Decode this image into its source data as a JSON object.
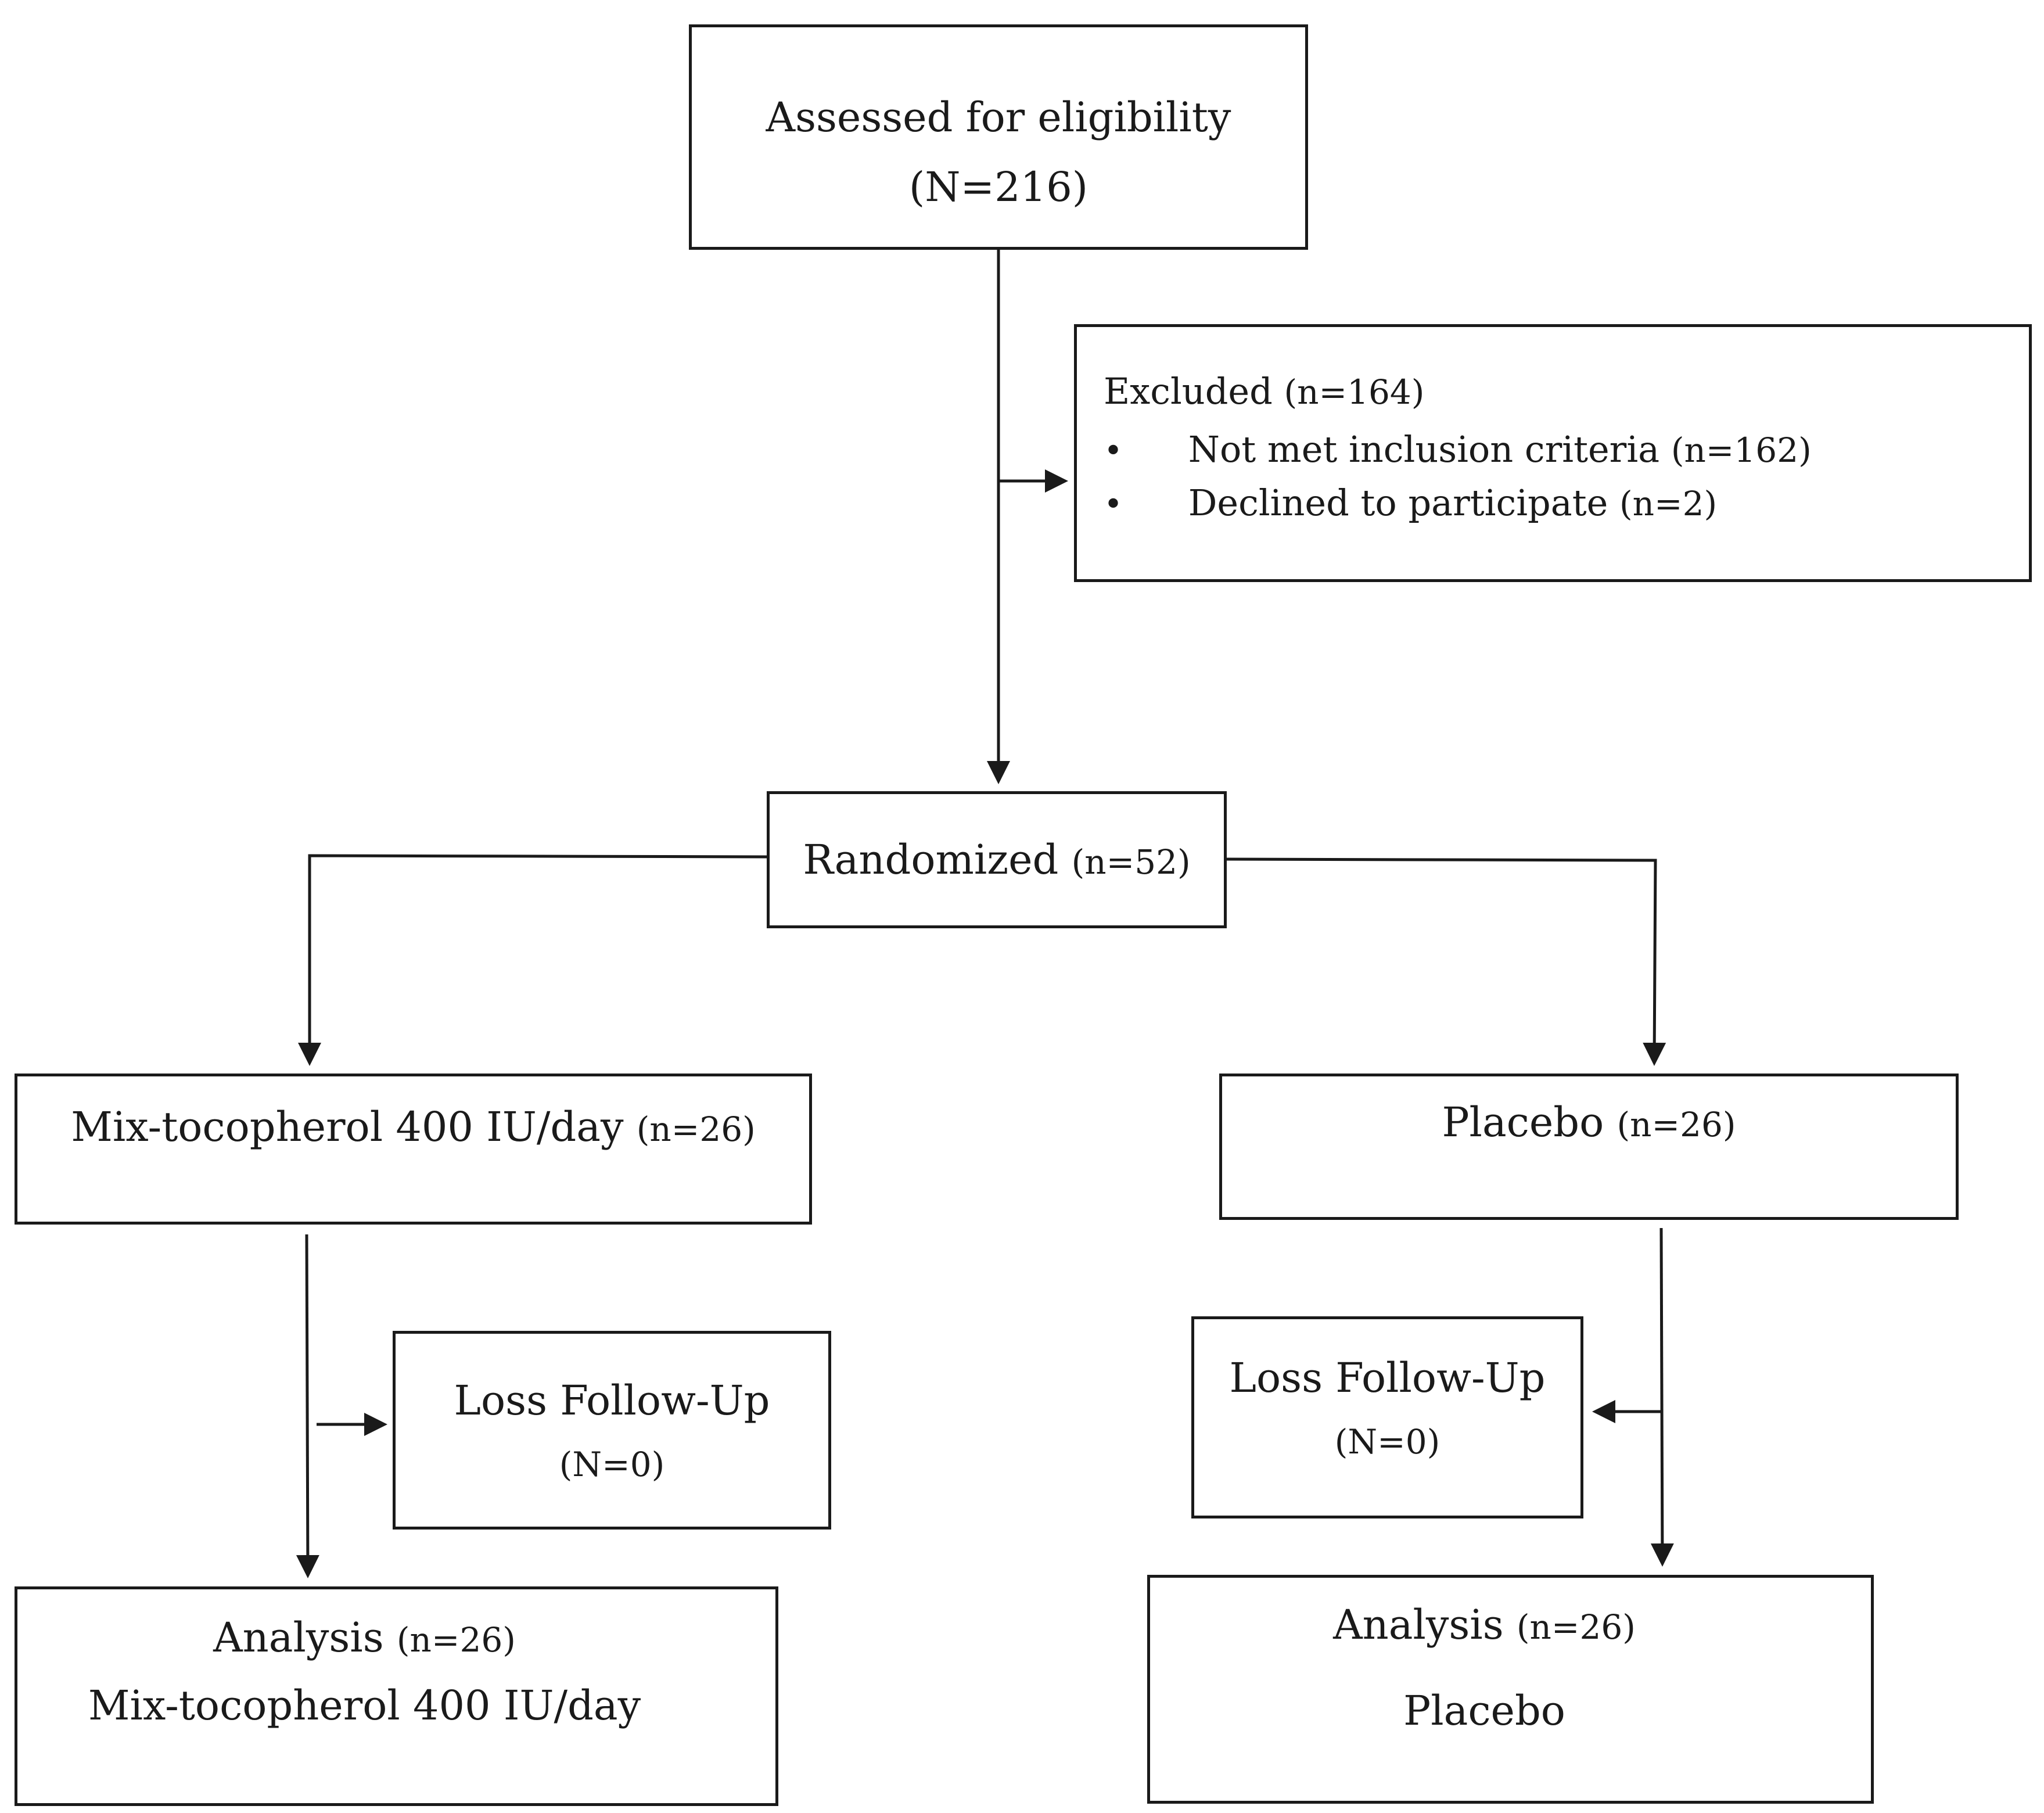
{
  "assessed": {
    "label": "Assessed for eligibility",
    "count": "(N=216)"
  },
  "excluded": {
    "label": "Excluded",
    "count": "(n=164)",
    "items": [
      {
        "label": "Not met inclusion criteria",
        "count": "(n=162)"
      },
      {
        "label": "Declined to participate",
        "count": "(n=2)"
      }
    ]
  },
  "randomized": {
    "label": "Randomized",
    "count": "(n=52)"
  },
  "arms": [
    {
      "allocation": {
        "label": "Mix-tocopherol 400 IU/day",
        "count": "(n=26)"
      },
      "loss": {
        "label": "Loss Follow-Up",
        "count": "(N=0)"
      },
      "analysis": {
        "label": "Analysis",
        "count": "(n=26)",
        "group": "Mix-tocopherol 400 IU/day"
      }
    },
    {
      "allocation": {
        "label": "Placebo",
        "count": "(n=26)"
      },
      "loss": {
        "label": "Loss Follow-Up",
        "count": "(N=0)"
      },
      "analysis": {
        "label": "Analysis",
        "count": "(n=26)",
        "group": "Placebo"
      }
    }
  ],
  "bullet_glyph": "•"
}
